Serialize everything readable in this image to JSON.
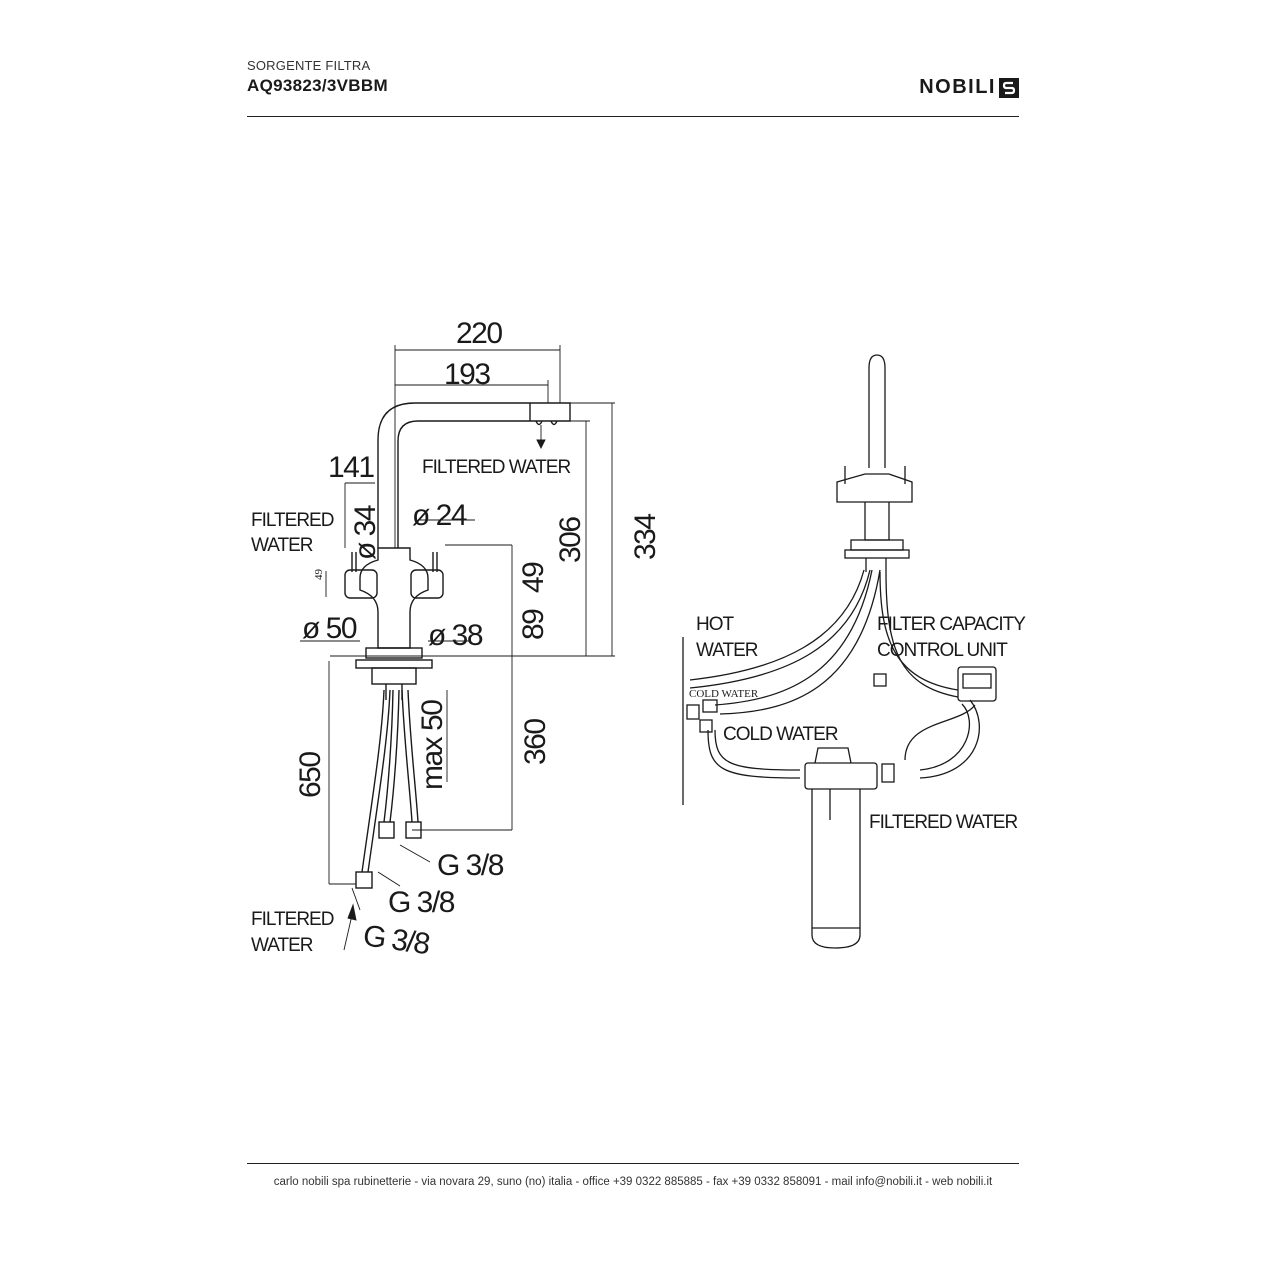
{
  "header": {
    "series": "SORGENTE FILTRA",
    "code": "AQ93823/3VBBM",
    "brand": "NOBILI"
  },
  "footer": {
    "contact": "carlo nobili spa rubinetterie - via novara 29, suno (no) italia - office +39 0322 885885 - fax +39 0332 858091 - mail info@nobili.it - web nobili.it"
  },
  "side_view": {
    "dim_220": "220",
    "dim_193": "193",
    "dim_141": "141",
    "dim_334": "334",
    "dim_306": "306",
    "dim_49_upper": "49",
    "dim_89": "89",
    "dim_49_small": "49",
    "dim_360": "360",
    "dim_650": "650",
    "dim_max50": "max 50",
    "diam_34": "ø 34",
    "diam_24": "ø 24",
    "diam_50": "ø 50",
    "diam_38": "ø 38",
    "thread_1": "G 3/8",
    "thread_2": "G 3/8",
    "thread_3": "G 3/8",
    "label_filtered_spout": "FILTERED WATER",
    "label_filtered_handle_1": "FILTERED",
    "label_filtered_handle_2": "WATER",
    "label_filtered_bottom_1": "FILTERED",
    "label_filtered_bottom_2": "WATER"
  },
  "install_view": {
    "hot_water_1": "HOT",
    "hot_water_2": "WATER",
    "cold_water_small": "COLD WATER",
    "cold_water": "COLD WATER",
    "filter_capacity_1": "FILTER CAPACITY",
    "filter_capacity_2": "CONTROL UNIT",
    "filtered_water": "FILTERED WATER"
  }
}
